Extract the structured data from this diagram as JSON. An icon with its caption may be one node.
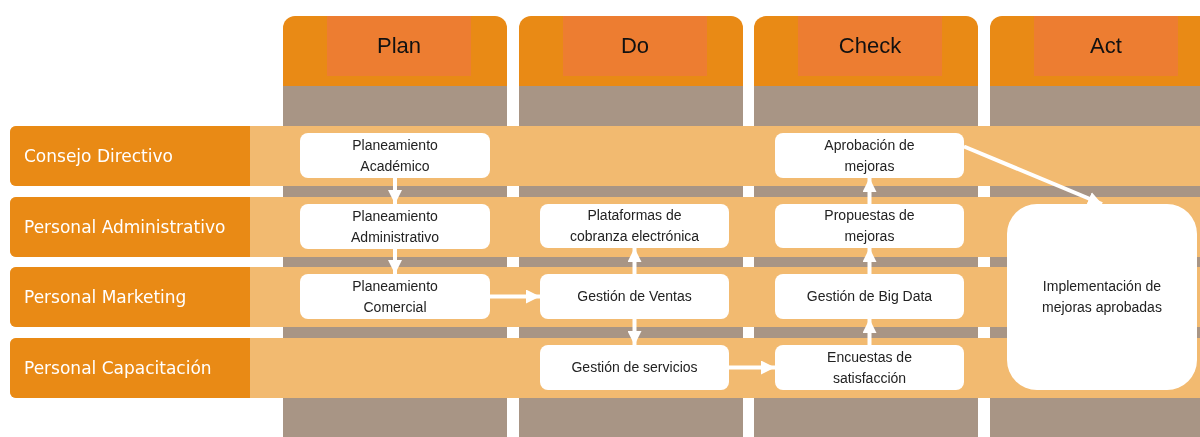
{
  "diagram": {
    "nodes": [
      {
        "text": [
          "Plan"
        ]
      },
      {
        "text": [
          "Do"
        ]
      },
      {
        "text": [
          "Check"
        ]
      },
      {
        "text": [
          "Act"
        ]
      },
      {
        "text": [
          "Consejo Directivo"
        ]
      },
      {
        "text": [
          "Personal Administrativo"
        ]
      },
      {
        "text": [
          "Personal Marketing"
        ]
      },
      {
        "text": [
          "Personal Capacitación"
        ]
      },
      {
        "text": [
          "Planeamiento Académico"
        ],
        "in": 4
      },
      {
        "text": [
          "Planeamiento Administrativo"
        ],
        "in": 5
      },
      {
        "text": [
          "Planeamiento Comercial"
        ],
        "in": 6
      },
      {
        "text": [
          "Plataformas de cobranza electrónica"
        ],
        "in": 5
      },
      {
        "text": [
          "Gestión de Ventas"
        ],
        "in": 6
      },
      {
        "text": [
          "Gestión de servicios"
        ],
        "in": 7
      },
      {
        "text": [
          "Aprobación de mejoras"
        ],
        "in": 4
      },
      {
        "text": [
          "Propuestas de mejoras"
        ],
        "in": 5
      },
      {
        "text": [
          "Gestión de Big Data"
        ],
        "in": 6
      },
      {
        "text": [
          "Encuestas de satisfacción"
        ],
        "in": 7
      },
      {
        "text": [
          "Implementación de mejoras aprobadas"
        ]
      }
    ],
    "edges": [
      {
        "from": 8,
        "to": 9,
        "arrow": "to"
      },
      {
        "from": 9,
        "to": 10,
        "arrow": "to"
      },
      {
        "from": 10,
        "to": 12,
        "arrow": "to"
      },
      {
        "from": 12,
        "to": 11,
        "arrow": "to"
      },
      {
        "from": 12,
        "to": 13,
        "arrow": "to"
      },
      {
        "from": 13,
        "to": 17,
        "arrow": "to"
      },
      {
        "from": 17,
        "to": 16,
        "arrow": "to"
      },
      {
        "from": 16,
        "to": 15,
        "arrow": "to"
      },
      {
        "from": 15,
        "to": 14,
        "arrow": "to"
      },
      {
        "from": 14,
        "to": 18,
        "arrow": "to"
      }
    ]
  }
}
